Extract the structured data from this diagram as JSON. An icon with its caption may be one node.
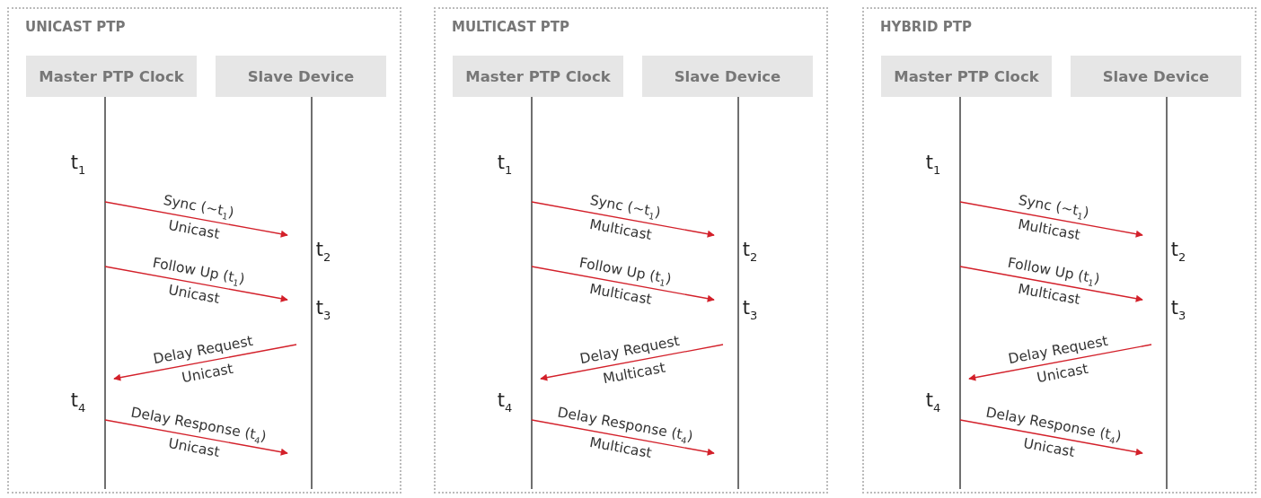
{
  "diagram": {
    "nodes": [
      {
        "text": [
          "UNICAST PTP"
        ]
      },
      {
        "text": [
          "Master PTP Clock"
        ],
        "in": 0
      },
      {
        "text": [
          "Slave Device"
        ],
        "in": 0
      },
      {
        "text": [
          "MULTICAST PTP"
        ]
      },
      {
        "text": [
          "Master PTP Clock"
        ],
        "in": 3
      },
      {
        "text": [
          "Slave Device"
        ],
        "in": 3
      },
      {
        "text": [
          "HYBRID PTP"
        ]
      },
      {
        "text": [
          "Master PTP Clock"
        ],
        "in": 6
      },
      {
        "text": [
          "Slave Device"
        ],
        "in": 6
      }
    ],
    "edges": [
      {
        "from": 1,
        "to": 2,
        "arrow": "to",
        "label": "Sync (~t$_{1}$)"
      },
      {
        "from": 1,
        "to": 2,
        "arrow": "to",
        "label": "Follow Up (t$_{1}$)"
      },
      {
        "from": 2,
        "to": 1,
        "arrow": "to",
        "label": "Delay Request"
      },
      {
        "from": 1,
        "to": 2,
        "arrow": "to",
        "label": "Delay Response (t$_{4}$)"
      },
      {
        "from": 4,
        "to": 5,
        "arrow": "to",
        "label": "Sync (~t$_{1}$)"
      },
      {
        "from": 4,
        "to": 5,
        "arrow": "to",
        "label": "Follow Up (t$_{1}$)"
      },
      {
        "from": 5,
        "to": 4,
        "arrow": "to",
        "label": "Delay Request"
      },
      {
        "from": 4,
        "to": 5,
        "arrow": "to",
        "label": "Delay Response (t$_{4}$)"
      },
      {
        "from": 7,
        "to": 8,
        "arrow": "to",
        "label": "Sync (~t$_{1}$)"
      },
      {
        "from": 7,
        "to": 8,
        "arrow": "to",
        "label": "Follow Up (t$_{1}$)"
      },
      {
        "from": 8,
        "to": 7,
        "arrow": "to",
        "label": "Delay Request"
      },
      {
        "from": 7,
        "to": 8,
        "arrow": "to",
        "label": "Delay Response (t$_{4}$)"
      }
    ],
    "labels": [
      "t$_{1}$",
      "Unicast",
      "t$_{2}$",
      "Unicast",
      "t$_{3}$",
      "Unicast",
      "t$_{4}$",
      "Unicast",
      "t$_{1}$",
      "Multicast",
      "t$_{2}$",
      "Multicast",
      "t$_{3}$",
      "Multicast",
      "t$_{4}$",
      "Multicast",
      "t$_{1}$",
      "Multicast",
      "t$_{2}$",
      "Multicast",
      "t$_{3}$",
      "Unicast",
      "t$_{4}$",
      "Unicast"
    ]
  }
}
